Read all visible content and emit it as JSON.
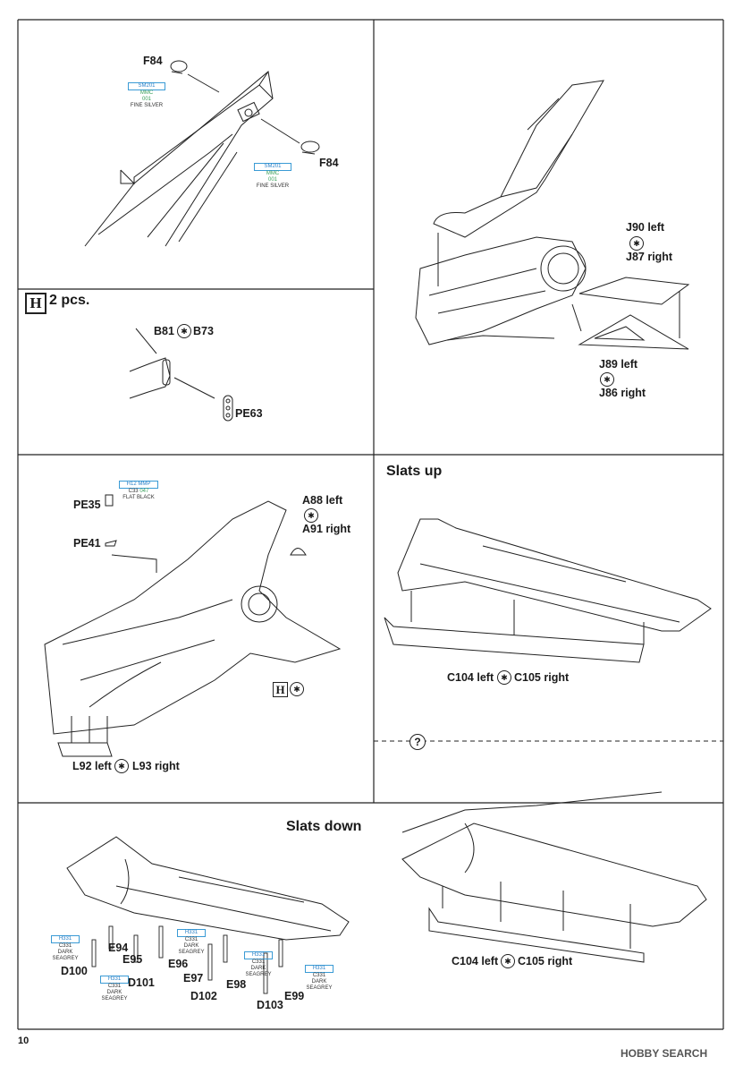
{
  "page_number": "10",
  "watermark": "HOBBY SEARCH",
  "parts": {
    "f84": "F84",
    "j90_left": "J90 left",
    "j87_right": "J87 right",
    "j89_left": "J89 left",
    "j86_right": "J86 right",
    "b81": "B81",
    "b73": "B73",
    "pe63": "PE63",
    "pe35": "PE35",
    "pe41": "PE41",
    "a88_left": "A88 left",
    "a91_right": "A91 right",
    "l92_left": "L92 left",
    "l93_right": "L93 right",
    "c104_left": "C104 left",
    "c105_right": "C105 right",
    "e94": "E94",
    "e95": "E95",
    "e96": "E96",
    "e97": "E97",
    "e98": "E98",
    "e99": "E99",
    "d100": "D100",
    "d101": "D101",
    "d102": "D102",
    "d103": "D103"
  },
  "sections": {
    "h_marker": "H",
    "h_count": "2 pcs.",
    "slats_up": "Slats up",
    "slats_down": "Slats down",
    "question": "?"
  },
  "paint": {
    "silver": {
      "code1": "SM201",
      "code2": "MMC",
      "code3": "001",
      "name": "FINE SILVER"
    },
    "black": {
      "code1": "H12",
      "code1b": "MMP",
      "code2": "C33",
      "code2b": "047",
      "name": "FLAT BLACK"
    },
    "grey": {
      "code1": "H331",
      "code2": "C331",
      "name1": "DARK",
      "name2": "SEAGREY"
    }
  },
  "colors": {
    "paint_blue": "#2a80c8",
    "paint_green": "#3aa05a",
    "line": "#1a1a1a"
  }
}
